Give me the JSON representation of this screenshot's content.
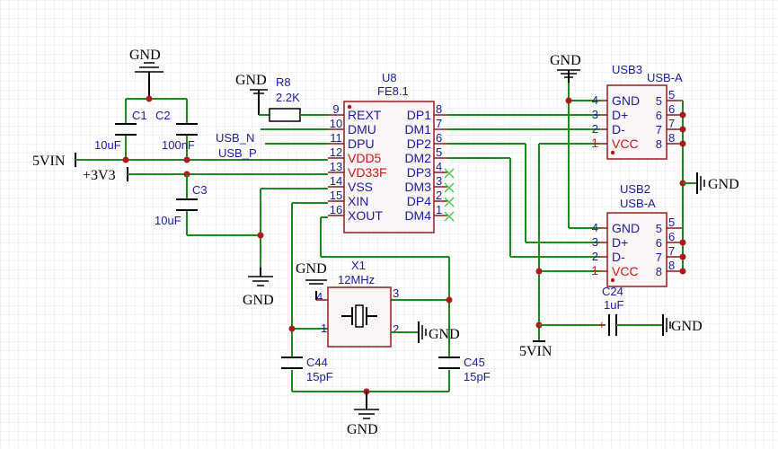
{
  "power_labels": {
    "gnd": "GND",
    "vin": "5VIN",
    "v33": "+3V3"
  },
  "nets": {
    "usb_n": "USB_N",
    "usb_p": "USB_P"
  },
  "r8": {
    "ref": "R8",
    "value": "2.2K"
  },
  "c1": {
    "ref": "C1",
    "value": "10uF"
  },
  "c2": {
    "ref": "C2",
    "value": "100nF"
  },
  "c3": {
    "ref": "C3",
    "value": "10uF"
  },
  "c24": {
    "ref": "C24",
    "value": "1uF"
  },
  "c44": {
    "ref": "C44",
    "value": "15pF"
  },
  "c45": {
    "ref": "C45",
    "value": "15pF"
  },
  "x1": {
    "ref": "X1",
    "value": "12MHz",
    "pins": [
      "1",
      "2",
      "3",
      "4"
    ]
  },
  "u8": {
    "ref": "U8",
    "value": "FE8.1",
    "left_pins": [
      {
        "num": "9",
        "name": "REXT",
        "power": false
      },
      {
        "num": "10",
        "name": "DMU",
        "power": false
      },
      {
        "num": "11",
        "name": "DPU",
        "power": false
      },
      {
        "num": "12",
        "name": "VDD5",
        "power": true
      },
      {
        "num": "13",
        "name": "VD33F",
        "power": true
      },
      {
        "num": "14",
        "name": "VSS",
        "power": false
      },
      {
        "num": "15",
        "name": "XIN",
        "power": false
      },
      {
        "num": "16",
        "name": "XOUT",
        "power": false
      }
    ],
    "right_pins": [
      {
        "num": "8",
        "name": "DP1"
      },
      {
        "num": "7",
        "name": "DM1"
      },
      {
        "num": "6",
        "name": "DP2"
      },
      {
        "num": "5",
        "name": "DM2"
      },
      {
        "num": "4",
        "name": "DP3"
      },
      {
        "num": "3",
        "name": "DM3"
      },
      {
        "num": "2",
        "name": "DP4"
      },
      {
        "num": "1",
        "name": "DM4"
      }
    ]
  },
  "usb3": {
    "ref": "USB3",
    "value": "USB-A",
    "left_pins": [
      {
        "num": "4",
        "name": "GND",
        "power": false
      },
      {
        "num": "3",
        "name": "D+",
        "power": false
      },
      {
        "num": "2",
        "name": "D-",
        "power": false
      },
      {
        "num": "1",
        "name": "VCC",
        "power": true
      }
    ],
    "right_pins": [
      "5",
      "6",
      "7",
      "8"
    ]
  },
  "usb2": {
    "ref": "USB2",
    "value": "USB-A",
    "left_pins": [
      {
        "num": "4",
        "name": "GND",
        "power": false
      },
      {
        "num": "3",
        "name": "D+",
        "power": false
      },
      {
        "num": "2",
        "name": "D-",
        "power": false
      },
      {
        "num": "1",
        "name": "VCC",
        "power": true
      }
    ],
    "right_pins": [
      "5",
      "6",
      "7",
      "8"
    ]
  },
  "colors": {
    "wire": "#1d8a1d",
    "pin_text": "#1a1aa0",
    "power_pin_text": "#d31515",
    "junction": "#b01818"
  }
}
